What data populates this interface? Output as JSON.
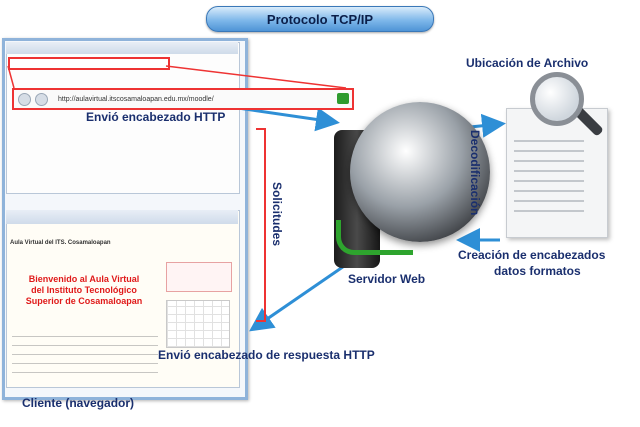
{
  "title": "Protocolo TCP/IP",
  "labels": {
    "envio_header": "Envió encabezado HTTP",
    "solicitudes": "Solicitudes",
    "servidor": "Servidor Web",
    "decodificacion": "Decodificación",
    "ubicacion": "Ubicación de Archivo",
    "creacion_1": "Creación de encabezados",
    "creacion_2": "datos formatos",
    "respuesta": "Envió encabezado de respuesta HTTP",
    "cliente": "Cliente (navegador)"
  },
  "browser": {
    "address_url": "http://aulavirtual.itscosamaloapan.edu.mx/moodle/",
    "site_title": "Aula Virtual del ITS. Cosamaloapan",
    "welcome_text": "Bienvenido al Aula Virtual del Instituto Tecnológico Superior de Cosamaloapan"
  },
  "colors": {
    "label_text": "#1a2f6e",
    "arrow": "#2e8fd6",
    "highlight": "#e33333",
    "title_pill": "#7fb8ea"
  },
  "icons": {
    "server": "server-icon",
    "globe": "globe-icon",
    "document": "document-icon",
    "magnifier": "magnifier-icon"
  }
}
